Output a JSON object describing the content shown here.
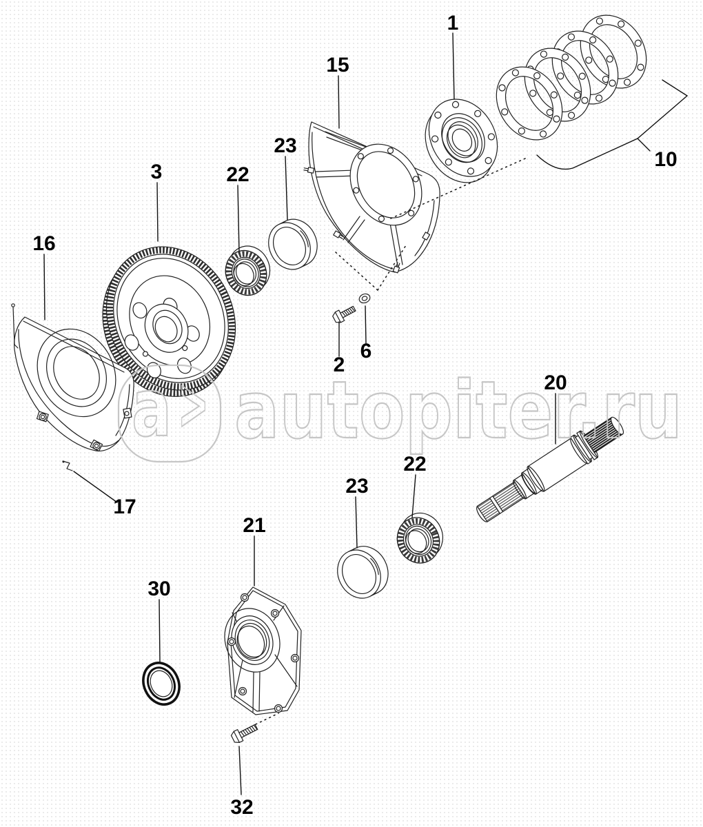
{
  "watermark": {
    "logo_letter": "a",
    "logo_arrow": ">",
    "site": "autopiter.ru",
    "color": "#c6c6c6"
  },
  "callouts": [
    {
      "num": "1"
    },
    {
      "num": "15"
    },
    {
      "num": "23"
    },
    {
      "num": "22"
    },
    {
      "num": "3"
    },
    {
      "num": "16"
    },
    {
      "num": "10"
    },
    {
      "num": "2"
    },
    {
      "num": "6"
    },
    {
      "num": "17"
    },
    {
      "num": "20"
    },
    {
      "num": "22"
    },
    {
      "num": "23"
    },
    {
      "num": "21"
    },
    {
      "num": "30"
    },
    {
      "num": "32"
    }
  ]
}
